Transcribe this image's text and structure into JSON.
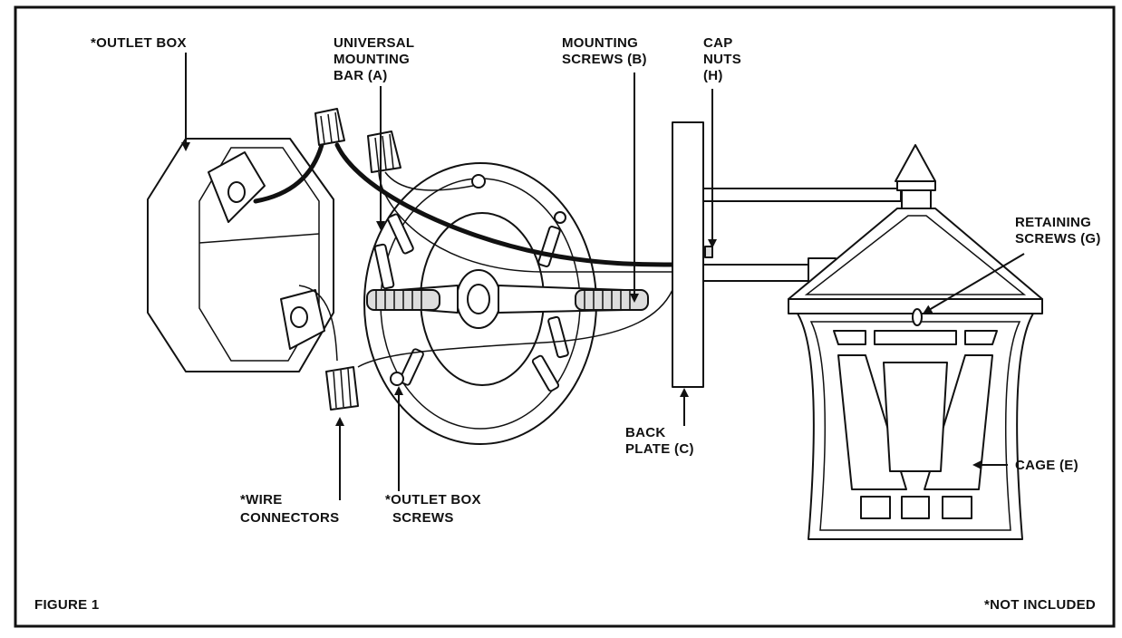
{
  "labels": {
    "outlet_box": "*OUTLET BOX",
    "mounting_bar_1": "UNIVERSAL",
    "mounting_bar_2": "MOUNTING",
    "mounting_bar_3": "BAR (A)",
    "mounting_screws_1": "MOUNTING",
    "mounting_screws_2": "SCREWS (B)",
    "cap_nuts_1": "CAP",
    "cap_nuts_2": "NUTS",
    "cap_nuts_3": "(H)",
    "retaining_screws_1": "RETAINING",
    "retaining_screws_2": "SCREWS (G)",
    "back_plate_1": "BACK",
    "back_plate_2": "PLATE (C)",
    "cage": "CAGE (E)",
    "wire_connectors_1": "*WIRE",
    "wire_connectors_2": "CONNECTORS",
    "outlet_box_screws_1": "*OUTLET BOX",
    "outlet_box_screws_2": "SCREWS",
    "figure_caption": "FIGURE 1",
    "not_included_note": "*NOT INCLUDED"
  }
}
